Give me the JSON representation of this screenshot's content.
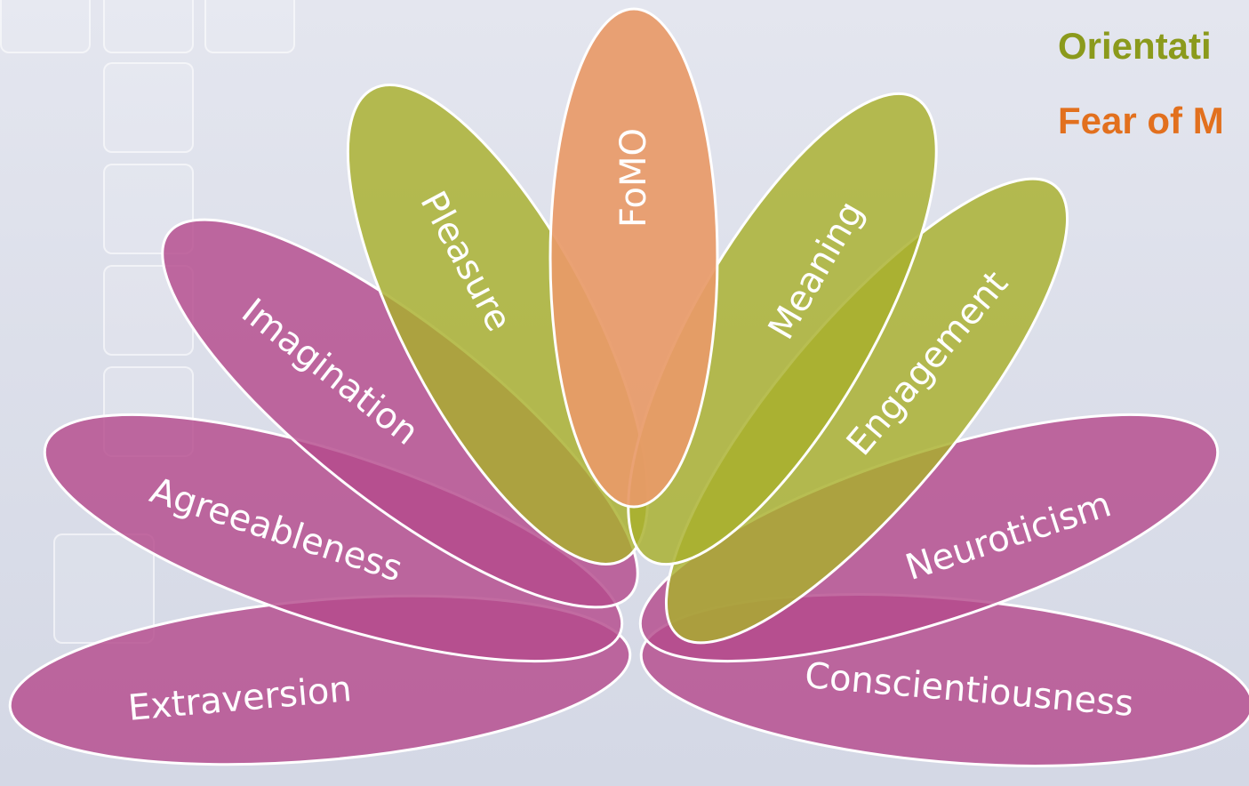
{
  "legend": [
    {
      "text": "Orientati",
      "color": "#8b9a1c"
    },
    {
      "text": "Fear of M",
      "color": "#e2701e"
    }
  ],
  "colors": {
    "trait": "#b44b8c",
    "orientation": "#a8b02c",
    "fomo": "#e89a68",
    "label": "#ffffff",
    "outline": "#ffffff"
  },
  "petals": [
    {
      "label": "Extraversion",
      "group": "trait"
    },
    {
      "label": "Conscientiousness",
      "group": "trait"
    },
    {
      "label": "Agreeableness",
      "group": "trait"
    },
    {
      "label": "Neuroticism",
      "group": "trait"
    },
    {
      "label": "Imagination",
      "group": "trait"
    },
    {
      "label": "Engagement",
      "group": "orientation"
    },
    {
      "label": "Pleasure",
      "group": "orientation"
    },
    {
      "label": "Meaning",
      "group": "orientation"
    },
    {
      "label": "FoMO",
      "group": "fomo"
    }
  ]
}
